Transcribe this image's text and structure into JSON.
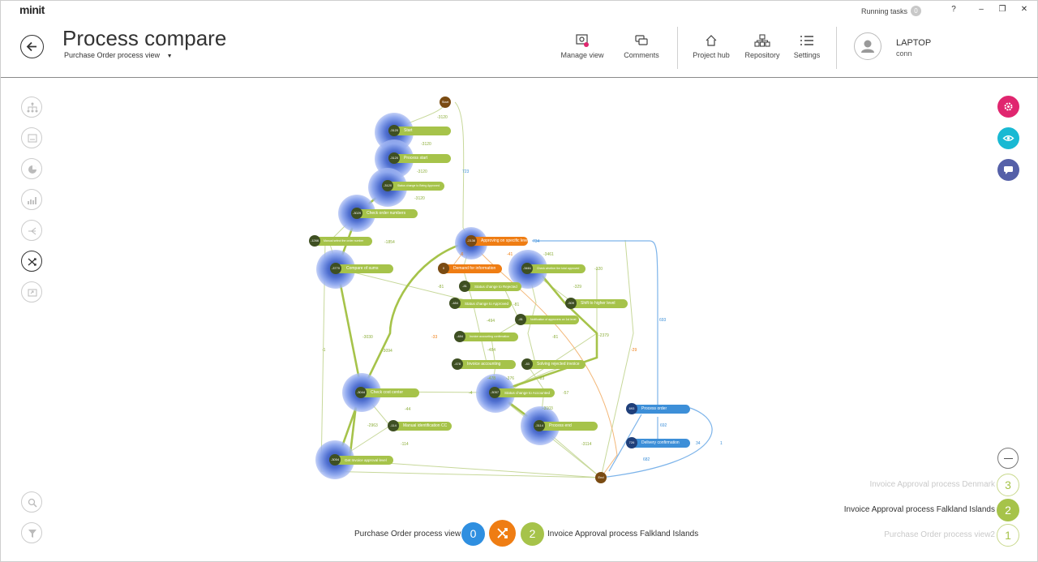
{
  "app": {
    "logo": "minit",
    "running_tasks_label": "Running tasks",
    "running_tasks_count": "0",
    "help": "?",
    "minimize": "–",
    "restore": "❐",
    "close": "✕"
  },
  "header": {
    "title": "Process compare",
    "view_selector": "Purchase Order process view",
    "tools": [
      {
        "label": "Manage view",
        "icon": "manage-view-icon"
      },
      {
        "label": "Comments",
        "icon": "comments-icon"
      },
      {
        "label": "Project hub",
        "icon": "home-icon"
      },
      {
        "label": "Repository",
        "icon": "repository-icon"
      },
      {
        "label": "Settings",
        "icon": "settings-list-icon"
      }
    ],
    "user": {
      "name": "LAPTOP",
      "sub": "conn"
    }
  },
  "colors": {
    "green": "#a6c34a",
    "orange": "#ef7d13",
    "blue": "#3d8fd8",
    "pink": "#e0266f",
    "teal": "#19b9d3",
    "indigo": "#5560a8"
  },
  "graph": {
    "start_label": "Start",
    "end_label": "End",
    "nodes": [
      {
        "label": "Start",
        "value": "-3120"
      },
      {
        "label": "Process start",
        "value": "-3120"
      },
      {
        "label": "Status change to Being Approved",
        "value": "-3120"
      },
      {
        "label": "Check order numbers",
        "value": "-3029"
      },
      {
        "label": "Manual select the order number",
        "value": "-1266"
      },
      {
        "label": "Compare of sums",
        "value": "-3770"
      },
      {
        "label": "Approving on specific level",
        "value": "-2136"
      },
      {
        "label": "Demand for information",
        "value": "0"
      },
      {
        "label": "Check whether the total approved",
        "value": "-3461"
      },
      {
        "label": "Status change to Rejected",
        "value": "-81"
      },
      {
        "label": "Status change to Approved",
        "value": "-484"
      },
      {
        "label": "Shift to higher level",
        "value": "-509"
      },
      {
        "label": "Notification of approvers on 1st level",
        "value": "-81"
      },
      {
        "label": "Invoice accounting confirmation",
        "value": "-484"
      },
      {
        "label": "Invoice accounting",
        "value": "-478"
      },
      {
        "label": "Solving rejected invoice",
        "value": "-83"
      },
      {
        "label": "Check cost center",
        "value": "-3044"
      },
      {
        "label": "Status change to Accounted",
        "value": "-3057"
      },
      {
        "label": "Manual identification CC",
        "value": "-114"
      },
      {
        "label": "Process end",
        "value": "-3114"
      },
      {
        "label": "Get Invoice approval level",
        "value": "-3054"
      },
      {
        "label": "Process order",
        "value": "693"
      },
      {
        "label": "Delivery confirmation",
        "value": "726"
      }
    ],
    "edges": [
      "-3120",
      "-3120",
      "-3120",
      "-3120",
      "723",
      "-1854",
      "734",
      "-6",
      "-41",
      "-3461",
      "-320",
      "-81",
      "-329",
      "-81",
      "-494",
      "-81",
      "-484",
      "-3030",
      "-3094",
      "-33",
      "-478",
      "-83",
      "-2379",
      "693",
      "-29",
      "-1",
      "-376",
      "-4",
      "-57",
      "-44",
      "-2963",
      "-114",
      "-3103",
      "-3114",
      "692",
      "682",
      "34",
      "1"
    ]
  },
  "legend": {
    "left_label": "Purchase Order process view",
    "left_count": "0",
    "right_label": "Invoice Approval process Falkland Islands",
    "right_count": "2"
  },
  "variants": [
    {
      "label": "Invoice Approval process Denmark",
      "number": "3"
    },
    {
      "label": "Invoice Approval process Falkland Islands",
      "number": "2"
    },
    {
      "label": "Purchase Order process view2",
      "number": "1"
    }
  ]
}
